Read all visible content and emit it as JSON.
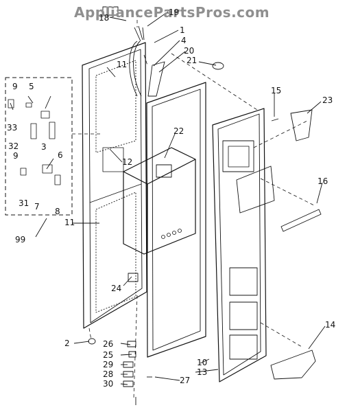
{
  "watermark": "AppliancePartsPros.com",
  "callouts": [
    {
      "id": "18",
      "label": "18"
    },
    {
      "id": "19",
      "label": "19"
    },
    {
      "id": "1",
      "label": "1"
    },
    {
      "id": "4",
      "label": "4"
    },
    {
      "id": "20",
      "label": "20"
    },
    {
      "id": "21",
      "label": "21"
    },
    {
      "id": "15",
      "label": "15"
    },
    {
      "id": "23",
      "label": "23"
    },
    {
      "id": "22",
      "label": "22"
    },
    {
      "id": "16",
      "label": "16"
    },
    {
      "id": "9a",
      "label": "9"
    },
    {
      "id": "5",
      "label": "5"
    },
    {
      "id": "33",
      "label": "33"
    },
    {
      "id": "32",
      "label": "32"
    },
    {
      "id": "3",
      "label": "3"
    },
    {
      "id": "6",
      "label": "6"
    },
    {
      "id": "9b",
      "label": "9"
    },
    {
      "id": "31",
      "label": "31"
    },
    {
      "id": "7",
      "label": "7"
    },
    {
      "id": "8",
      "label": "8"
    },
    {
      "id": "99",
      "label": "99"
    },
    {
      "id": "11a",
      "label": "11"
    },
    {
      "id": "12",
      "label": "12"
    },
    {
      "id": "11b",
      "label": "11"
    },
    {
      "id": "24",
      "label": "24"
    },
    {
      "id": "14",
      "label": "14"
    },
    {
      "id": "2",
      "label": "2"
    },
    {
      "id": "26",
      "label": "26"
    },
    {
      "id": "25",
      "label": "25"
    },
    {
      "id": "29",
      "label": "29"
    },
    {
      "id": "28",
      "label": "28"
    },
    {
      "id": "30",
      "label": "30"
    },
    {
      "id": "10",
      "label": "10"
    },
    {
      "id": "13",
      "label": "13"
    },
    {
      "id": "27",
      "label": "27"
    }
  ]
}
